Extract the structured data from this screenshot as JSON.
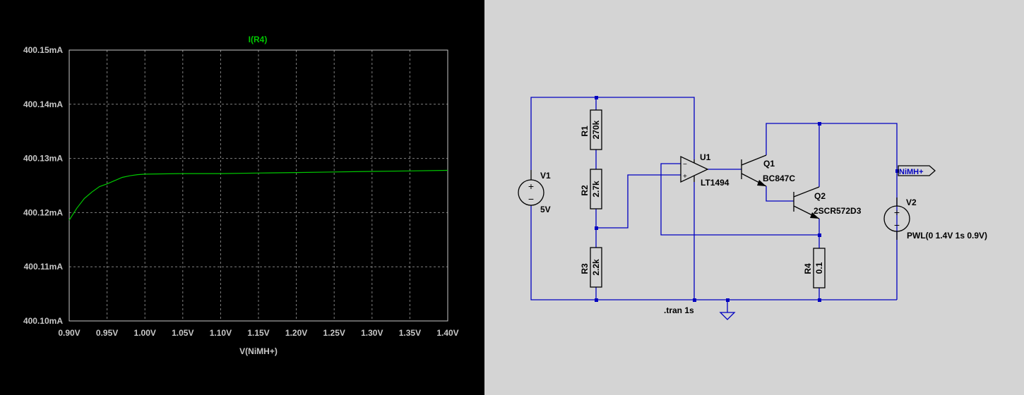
{
  "plot": {
    "trace_label": "I(R4)",
    "xlabel": "V(NiMH+)",
    "trace_color": "#00c800"
  },
  "chart_data": {
    "type": "line",
    "title": "I(R4)",
    "xlabel": "V(NiMH+)",
    "ylabel": "",
    "xlim": [
      0.9,
      1.4
    ],
    "ylim": [
      400.1,
      400.15
    ],
    "x_ticks": [
      "0.90V",
      "0.95V",
      "1.00V",
      "1.05V",
      "1.10V",
      "1.15V",
      "1.20V",
      "1.25V",
      "1.30V",
      "1.35V",
      "1.40V"
    ],
    "y_ticks": [
      "400.10mA",
      "400.11mA",
      "400.12mA",
      "400.13mA",
      "400.14mA",
      "400.15mA"
    ],
    "grid": true,
    "series": [
      {
        "name": "I(R4)",
        "x": [
          0.9,
          0.91,
          0.92,
          0.93,
          0.94,
          0.95,
          0.96,
          0.97,
          0.98,
          0.99,
          1.0,
          1.05,
          1.1,
          1.15,
          1.2,
          1.25,
          1.3,
          1.35,
          1.4
        ],
        "y": [
          400.1186,
          400.1208,
          400.1226,
          400.1238,
          400.1248,
          400.1253,
          400.1259,
          400.1265,
          400.1268,
          400.127,
          400.1271,
          400.1272,
          400.1272,
          400.1273,
          400.1274,
          400.1275,
          400.1276,
          400.1277,
          400.1278
        ]
      }
    ]
  },
  "schematic": {
    "wire_color": "#0000c0",
    "components": {
      "V1": {
        "name": "V1",
        "value": "5V"
      },
      "V2": {
        "name": "V2",
        "value": "PWL(0 1.4V 1s 0.9V)"
      },
      "R1": {
        "name": "R1",
        "value": "270k"
      },
      "R2": {
        "name": "R2",
        "value": "2.7k"
      },
      "R3": {
        "name": "R3",
        "value": "2.2k"
      },
      "R4": {
        "name": "R4",
        "value": "0.1"
      },
      "U1": {
        "name": "U1",
        "value": "LT1494",
        "minus": "−",
        "plus": "+"
      },
      "Q1": {
        "name": "Q1",
        "value": "BC847C"
      },
      "Q2": {
        "name": "Q2",
        "value": "2SCR572D3"
      },
      "V1_plus": "+",
      "V1_minus": "−",
      "V2_plus": "+",
      "V2_minus": "−"
    },
    "net_label": "NiMH+",
    "directive": ".tran 1s"
  }
}
